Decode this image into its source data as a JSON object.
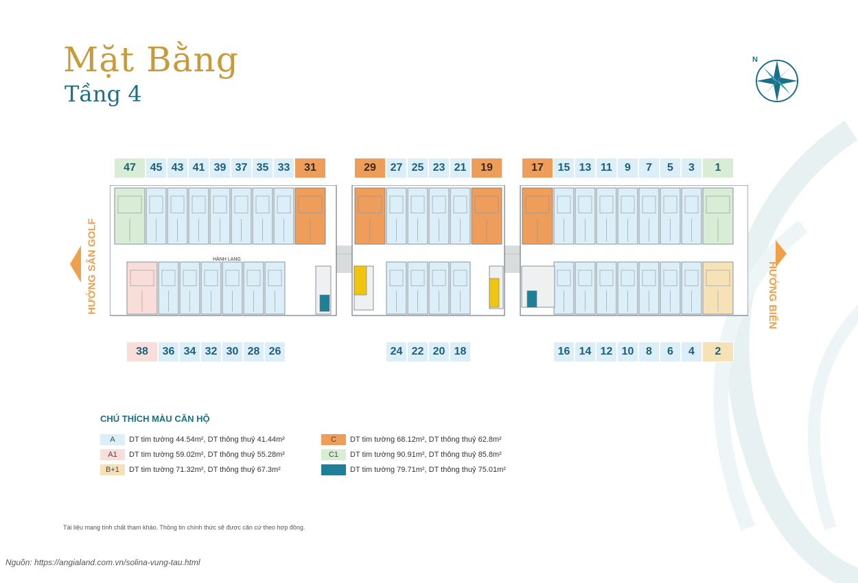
{
  "title": "Mặt Bằng",
  "subtitle": "Tầng 4",
  "top_groups": [
    {
      "units": [
        {
          "label": "47",
          "type": "C1"
        },
        {
          "label": "45",
          "type": "A"
        },
        {
          "label": "43",
          "type": "A"
        },
        {
          "label": "41",
          "type": "A"
        },
        {
          "label": "39",
          "type": "A"
        },
        {
          "label": "37",
          "type": "A"
        },
        {
          "label": "35",
          "type": "A"
        },
        {
          "label": "33",
          "type": "A"
        },
        {
          "label": "31",
          "type": "C"
        }
      ]
    },
    {
      "units": [
        {
          "label": "29",
          "type": "C"
        },
        {
          "label": "27",
          "type": "A"
        },
        {
          "label": "25",
          "type": "A"
        },
        {
          "label": "23",
          "type": "A"
        },
        {
          "label": "21",
          "type": "A"
        },
        {
          "label": "19",
          "type": "C"
        }
      ]
    },
    {
      "units": [
        {
          "label": "17",
          "type": "C"
        },
        {
          "label": "15",
          "type": "A"
        },
        {
          "label": "13",
          "type": "A"
        },
        {
          "label": "11",
          "type": "A"
        },
        {
          "label": "9",
          "type": "A"
        },
        {
          "label": "7",
          "type": "A"
        },
        {
          "label": "5",
          "type": "A"
        },
        {
          "label": "3",
          "type": "A"
        },
        {
          "label": "1",
          "type": "C1"
        }
      ]
    }
  ],
  "bottom_groups": [
    {
      "units": [
        {
          "label": "38",
          "type": "A1"
        },
        {
          "label": "36",
          "type": "A"
        },
        {
          "label": "34",
          "type": "A"
        },
        {
          "label": "32",
          "type": "A"
        },
        {
          "label": "30",
          "type": "A"
        },
        {
          "label": "28",
          "type": "A"
        },
        {
          "label": "26",
          "type": "A"
        }
      ]
    },
    {
      "units": [
        {
          "label": "24",
          "type": "A"
        },
        {
          "label": "22",
          "type": "A"
        },
        {
          "label": "20",
          "type": "A"
        },
        {
          "label": "18",
          "type": "A"
        }
      ]
    },
    {
      "units": [
        {
          "label": "16",
          "type": "A"
        },
        {
          "label": "14",
          "type": "A"
        },
        {
          "label": "12",
          "type": "A"
        },
        {
          "label": "10",
          "type": "A"
        },
        {
          "label": "8",
          "type": "A"
        },
        {
          "label": "6",
          "type": "A"
        },
        {
          "label": "4",
          "type": "A"
        },
        {
          "label": "2",
          "type": "B1"
        }
      ]
    }
  ],
  "corridor_label": "HÀNH LANG",
  "direction_left": "HƯỚNG SÂN GOLF",
  "direction_right": "HƯỚNG BIỂN",
  "legend": {
    "title": "CHÚ THÍCH MÀU CĂN HỘ",
    "items": [
      {
        "code": "A",
        "text": "DT tim tường 44.54m², DT thông thuỷ 41.44m²",
        "color": "#dceef8"
      },
      {
        "code": "A1",
        "text": "DT tim tường 59.02m², DT thông thuỷ 55.28m²",
        "color": "#f8ddd9"
      },
      {
        "code": "B+1",
        "text": "DT tim tường 71.32m², DT thông thuỷ 67.3m²",
        "color": "#f7e2b8"
      },
      {
        "code": "C",
        "text": "DT tim tường 68.12m², DT thông thuỷ 62.8m²",
        "color": "#ef9d5a"
      },
      {
        "code": "C1",
        "text": "DT tim tường 90.91m², DT thông thuỷ 85.8m²",
        "color": "#d8ecd6"
      },
      {
        "code": "",
        "text": "DT tim tường 79.71m², DT thông thuỷ 75.01m²",
        "color": "#1f7f96"
      }
    ]
  },
  "note": "Tài liệu mang tính chất tham khảo. Thông tin chính thức sẽ được căn cứ theo hợp đồng.",
  "source": "Nguồn: https://angialand.com.vn/solina-vung-tau.html",
  "colors": {
    "A": "#dceef8",
    "A1": "#f8ddd9",
    "B1": "#f7e2b8",
    "C": "#ef9d5a",
    "C1": "#d8ecd6",
    "corridor": "#d9dcdd",
    "wall": "#6d7a82"
  }
}
